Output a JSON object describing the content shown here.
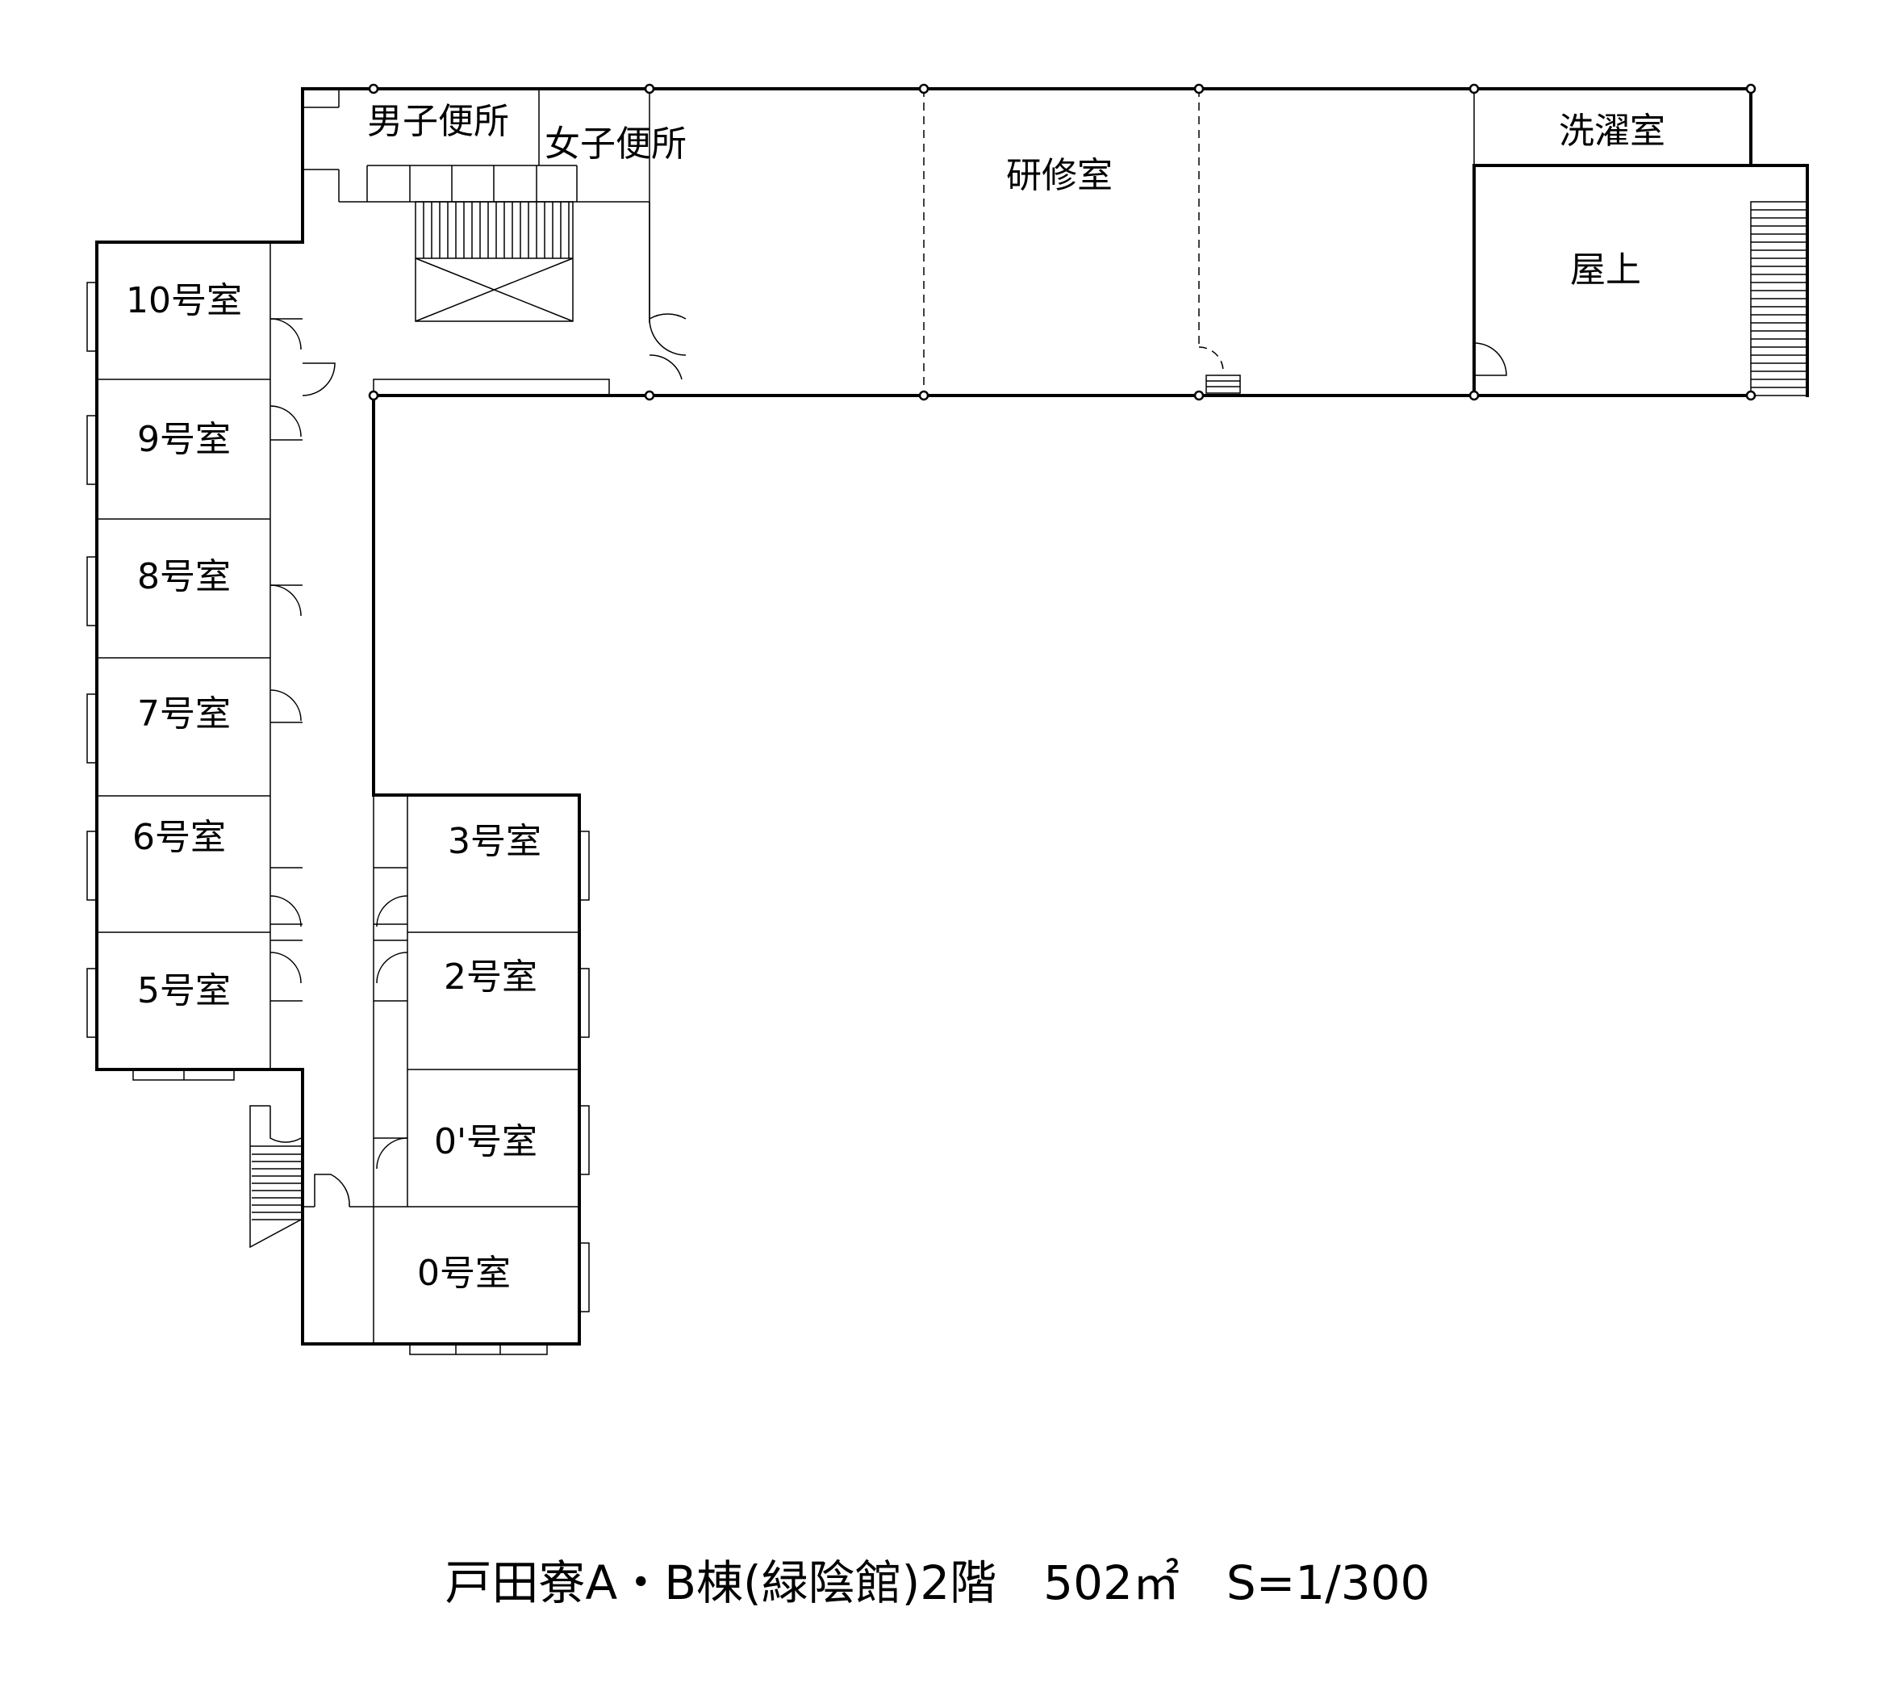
{
  "rooms": {
    "mens_toilet": "男子便所",
    "womens_toilet": "女子便所",
    "training_room": "研修室",
    "laundry": "洗濯室",
    "rooftop": "屋上",
    "room10": "10号室",
    "room9": "9号室",
    "room8": "8号室",
    "room7": "7号室",
    "room6": "6号室",
    "room5": "5号室",
    "room3": "3号室",
    "room2": "2号室",
    "room0p": "0'号室",
    "room0": "0号室"
  },
  "caption": "戸田寮A・B棟(緑陰館)2階　502㎡　S=1/300"
}
